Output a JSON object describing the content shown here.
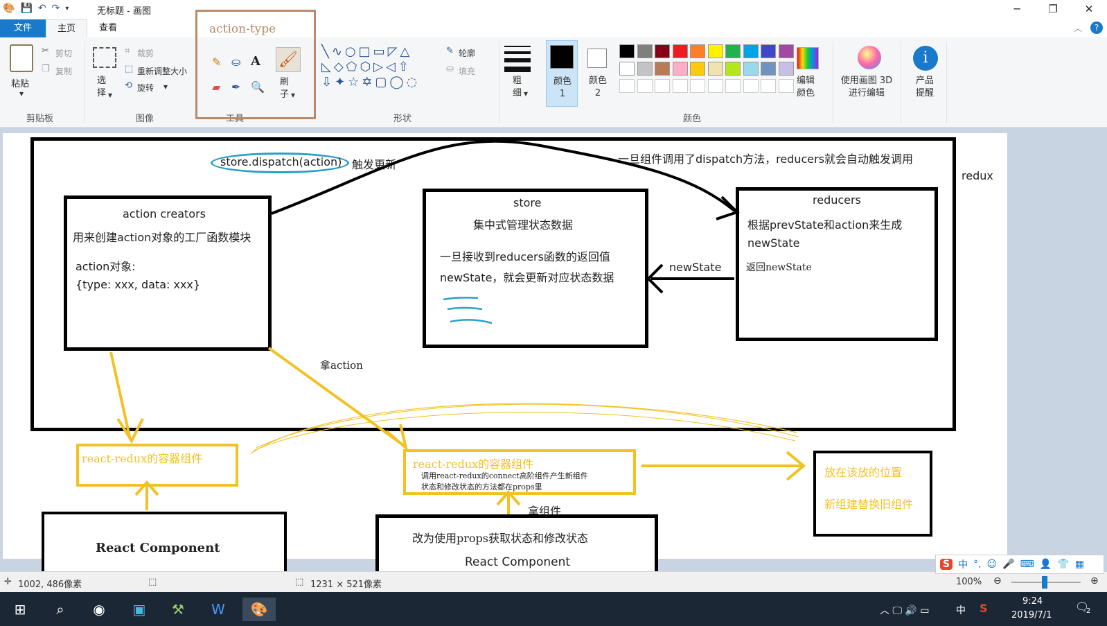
{
  "window": {
    "title": "无标题 - 画图",
    "minimize": "─",
    "restore": "❐",
    "close": "✕"
  },
  "tabs": {
    "file": "文件",
    "home": "主页",
    "view": "查看"
  },
  "ribbon": {
    "clipboard": {
      "paste": "粘贴",
      "cut": "剪切",
      "copy": "复制",
      "label": "剪贴板"
    },
    "image": {
      "select": "选择",
      "crop": "裁剪",
      "resize": "重新调整大小",
      "rotate": "旋转",
      "label": "图像"
    },
    "tools": {
      "label": "工具",
      "brushes": "刷子"
    },
    "shapes": {
      "outline": "轮廓",
      "fill": "填充",
      "label": "形状"
    },
    "size": "粗细",
    "color1": "颜色 1",
    "color2": "颜色 2",
    "colors_label": "颜色",
    "edit_colors": "编辑颜色",
    "paint3d": "使用画图 3D 进行编辑",
    "product_alert": "产品提醒",
    "palette_row1": [
      "#000000",
      "#7f7f7f",
      "#880015",
      "#ed1c24",
      "#ff7f27",
      "#fff200",
      "#22b14c",
      "#00a2e8",
      "#3f48cc",
      "#a349a4"
    ],
    "palette_row2": [
      "#ffffff",
      "#c3c3c3",
      "#b97a57",
      "#ffaec9",
      "#ffc90e",
      "#efe4b0",
      "#b5e61d",
      "#99d9ea",
      "#7092be",
      "#c8bfe7"
    ]
  },
  "annotation": {
    "action_type": "action-type"
  },
  "diagram": {
    "dispatch": "store.dispatch(action)",
    "dispatch_suffix": "触发更新",
    "dispatch_note": "一旦组件调用了dispatch方法，reducers就会自动触发调用",
    "redux": "redux",
    "action_creators": {
      "title": "action creators",
      "desc": "用来创建action对象的工厂函数模块",
      "obj_label": "action对象:",
      "obj_value": "{type: xxx, data: xxx}"
    },
    "store": {
      "title": "store",
      "desc": "集中式管理状态数据",
      "line1": "一旦接收到reducers函数的返回值",
      "line2": "newState，就会更新对应状态数据"
    },
    "reducers": {
      "title": "reducers",
      "line1": "根据prevState和action来生成",
      "line2": "newState",
      "line3": "返回newState"
    },
    "new_state_arrow": "newState",
    "take_action": "拿action",
    "container1": "react-redux的容器组件",
    "container2": {
      "title": "react-redux的容器组件",
      "line1": "调用react-redux的connect高阶组件产生新组件",
      "line2": "状态和修改状态的方法都在props里"
    },
    "take_component": "拿组件",
    "result": {
      "line1": "放在该放的位置",
      "line2": "新组建替换旧组件"
    },
    "react_component_1": "React Component",
    "react_component_2": {
      "line1": "改为使用props获取状态和修改状态",
      "line2": "React Component"
    }
  },
  "statusbar": {
    "cursor": "1002, 486像素",
    "size": "1231 × 521像素",
    "zoom": "100%"
  },
  "taskbar": {
    "time": "9:24",
    "date": "2019/7/1",
    "ime": "中",
    "notify_count": "2"
  }
}
